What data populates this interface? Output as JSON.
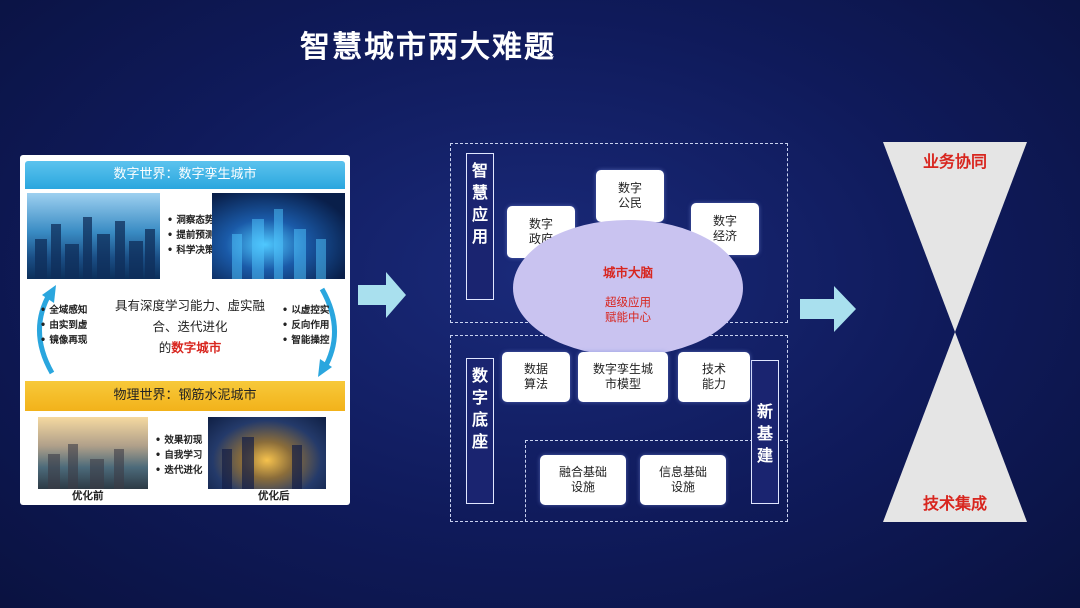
{
  "title": "智慧城市两大难题",
  "left_panel": {
    "digital_world": "数字世界：数字孪生城市",
    "digital_bullets": [
      "洞察态势",
      "提前预测",
      "科学决策"
    ],
    "left_bullets": [
      "全域感知",
      "由实到虚",
      "镜像再现"
    ],
    "right_bullets": [
      "以虚控实",
      "反向作用",
      "智能操控"
    ],
    "center_line1": "具有深度学习能力、虚实融",
    "center_line2": "合、迭代进化",
    "center_line3_prefix": "的",
    "center_line3_red": "数字城市",
    "physical_world": "物理世界：钢筋水泥城市",
    "physical_bullets": [
      "效果初现",
      "自我学习",
      "迭代进化"
    ],
    "before_caption": "优化前",
    "after_caption": "优化后"
  },
  "middle": {
    "smart_app_label": "智慧应用",
    "digital_base_label": "数字底座",
    "new_infra_label": "新基建",
    "nodes": {
      "digital_citizen": [
        "数字",
        "公民"
      ],
      "digital_gov": [
        "数字",
        "政府"
      ],
      "digital_economy": [
        "数字",
        "经济"
      ],
      "data_algo": [
        "数据",
        "算法"
      ],
      "twin_model": [
        "数字孪生城",
        "市模型"
      ],
      "tech_ability": [
        "技术",
        "能力"
      ],
      "fusion_infra": [
        "融合基础",
        "设施"
      ],
      "info_infra": [
        "信息基础",
        "设施"
      ]
    },
    "brain_title": "城市大脑",
    "brain_sub1": "超级应用",
    "brain_sub2": "赋能中心"
  },
  "right": {
    "top_label": "业务协同",
    "bottom_label": "技术集成",
    "colors": {
      "triangle": "#e5e5e5",
      "label": "#d8261f"
    }
  }
}
